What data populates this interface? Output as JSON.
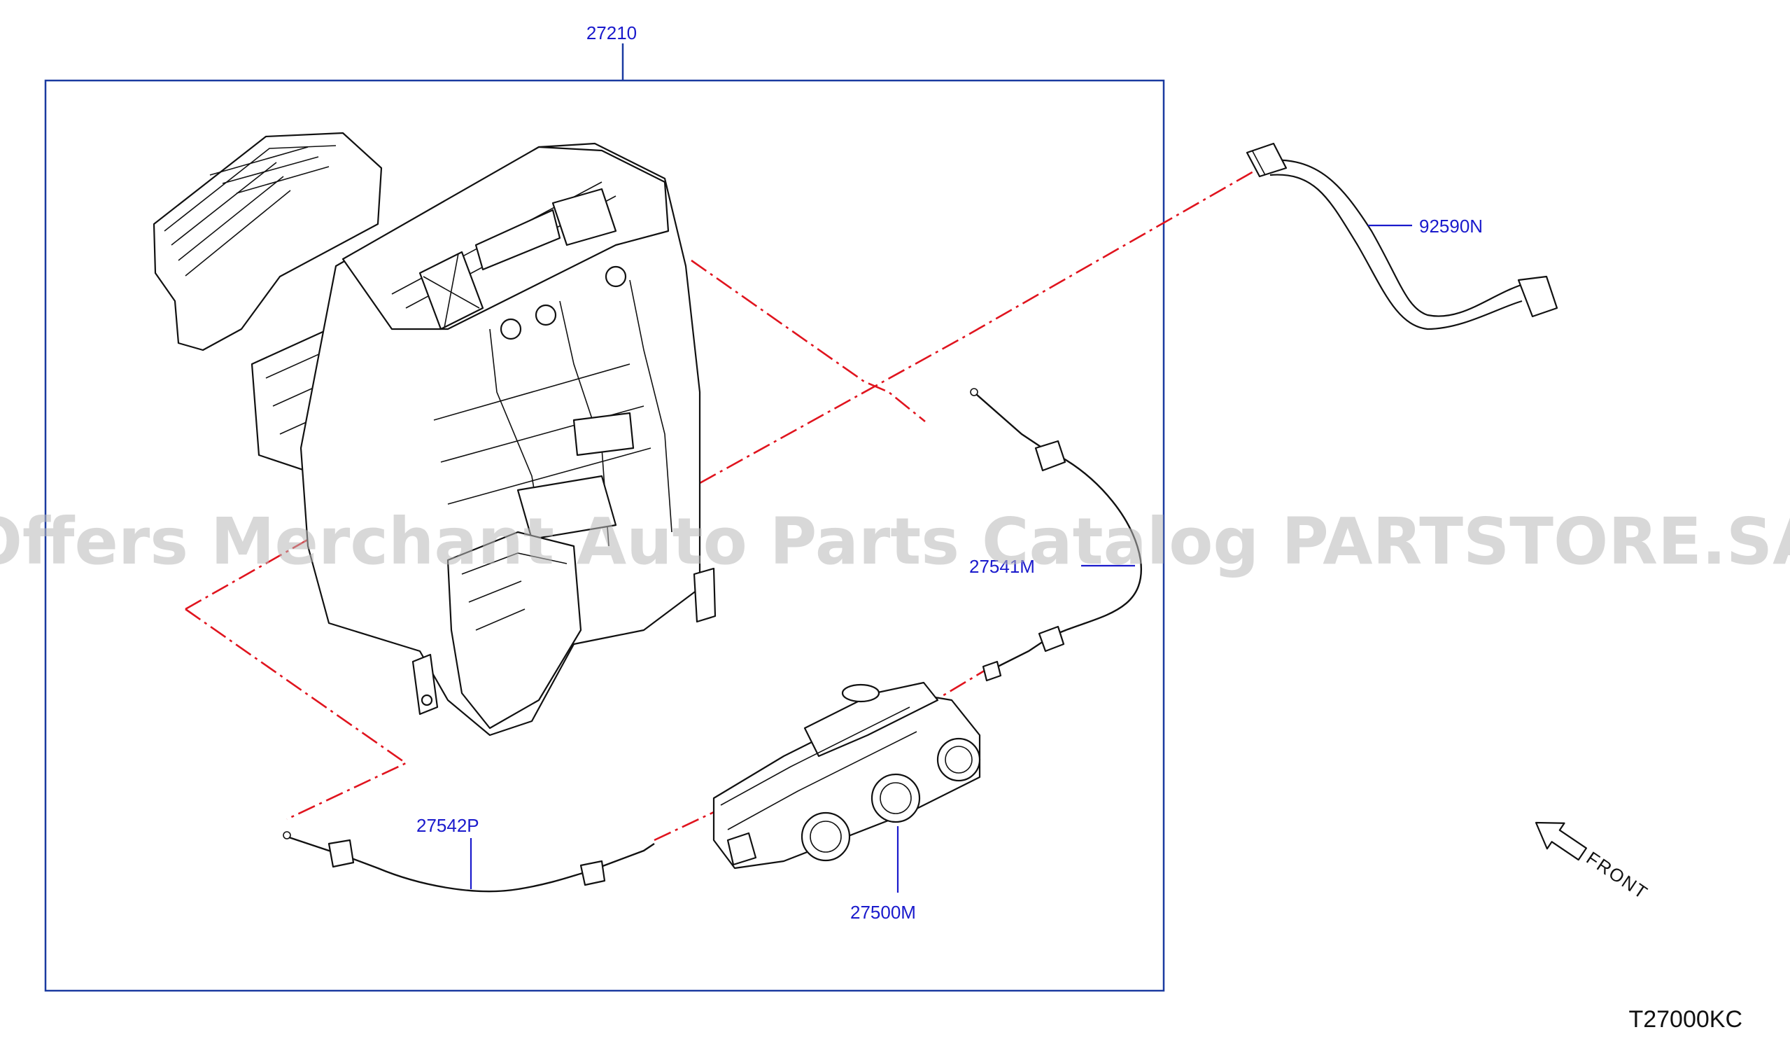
{
  "diagram": {
    "group_label": "27210",
    "diagram_code": "T27000KC",
    "watermark": "Offers Merchant Auto Parts Catalog PARTSTORE.SA",
    "direction": {
      "label": "FRONT",
      "icon": "arrow-icon"
    },
    "parts": [
      {
        "id": "p-92590N",
        "label": "92590N"
      },
      {
        "id": "p-27541M",
        "label": "27541M"
      },
      {
        "id": "p-27542P",
        "label": "27542P"
      },
      {
        "id": "p-27500M",
        "label": "27500M"
      }
    ],
    "colors": {
      "label_text": "#1a1acc",
      "frame": "#1a3aa0",
      "centerline": "#e0141e",
      "linework": "#111111",
      "watermark": "#b8b8b8"
    }
  }
}
